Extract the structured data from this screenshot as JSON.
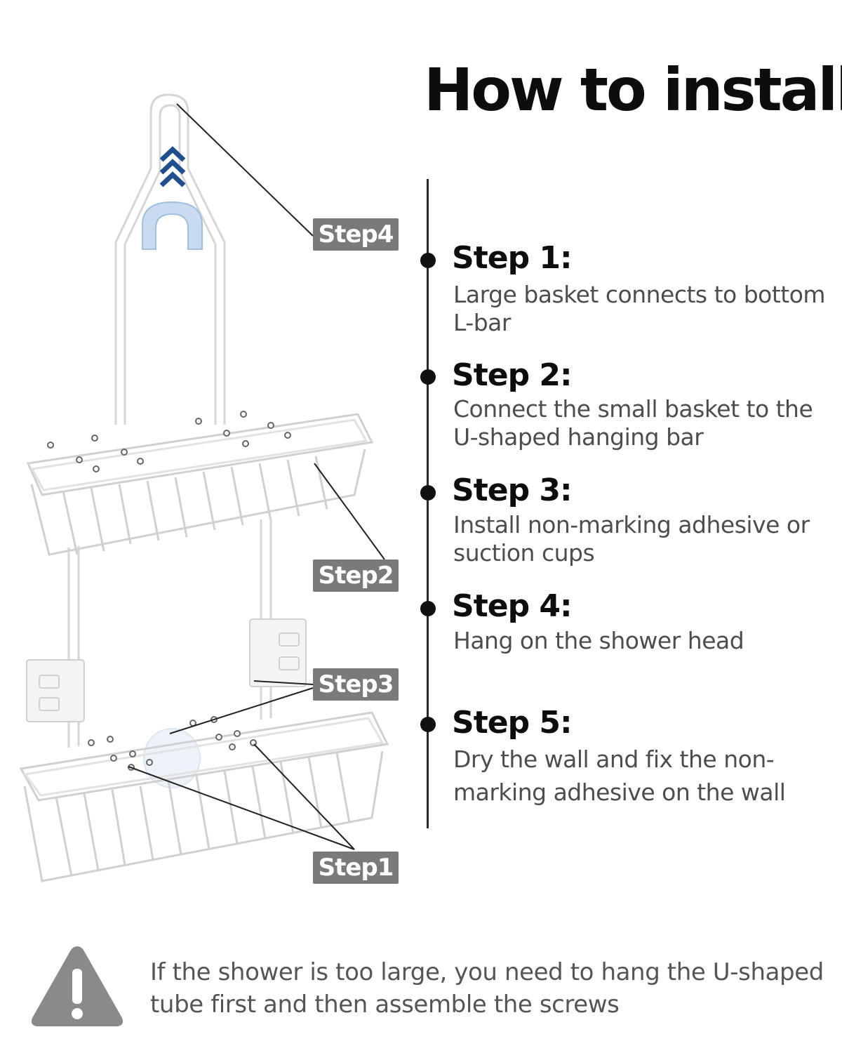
{
  "title": "How to install",
  "steps": [
    {
      "label": "Step 1:",
      "text": "Large basket connects to bottom L-bar"
    },
    {
      "label": "Step 2:",
      "text": "Connect the small basket to the U-shaped hanging bar"
    },
    {
      "label": "Step 3:",
      "text": "Install non-marking adhesive or suction cups"
    },
    {
      "label": "Step 4:",
      "text": "Hang on the shower head"
    },
    {
      "label": "Step 5:",
      "text": "Dry the wall and fix the non-marking adhesive on the wall"
    }
  ],
  "callouts": {
    "step4": "Step4",
    "step2": "Step2",
    "step3": "Step3",
    "step1": "Step1"
  },
  "warning": {
    "icon": "warning-icon",
    "text": "If the shower is too large, you need to hang the U-shaped tube first and then assemble the screws"
  },
  "colors": {
    "callout_bg": "#7a7a7a",
    "chevron": "#1f4f8f",
    "warning_icon": "#8a8a8a"
  }
}
